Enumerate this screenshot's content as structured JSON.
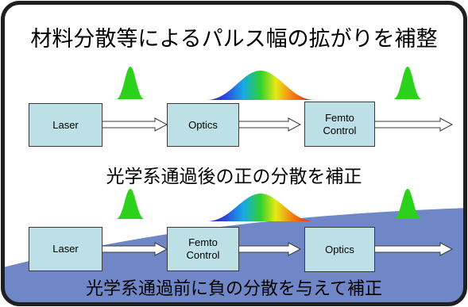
{
  "title": "材料分散等によるパルス幅の拡がりを補整",
  "row1": {
    "boxes": [
      "Laser",
      "Optics",
      "Femto\nControl"
    ],
    "caption": "光学系通過後の正の分散を補正"
  },
  "row2": {
    "boxes": [
      "Laser",
      "Femto\nControl",
      "Optics"
    ],
    "caption": "光学系通過前に負の分散を与えて補正"
  },
  "colors": {
    "frame": "#1f1f1f",
    "box_fill": "#bde0e6",
    "pulse_green": "#2cd11c",
    "wave_band": "#6f86c7"
  }
}
